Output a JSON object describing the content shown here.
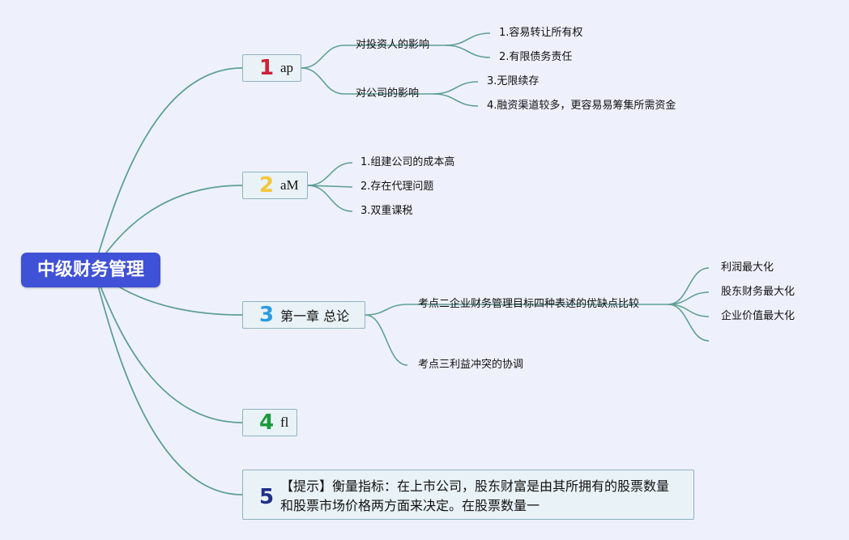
{
  "root": {
    "label": "中级财务管理"
  },
  "topics": [
    {
      "num": "1",
      "num_color": "#d0213a",
      "label": "ap",
      "children": [
        {
          "label": "对投资人的影响",
          "children": [
            {
              "label": "1.容易转让所有权"
            },
            {
              "label": "2.有限债务责任"
            }
          ]
        },
        {
          "label": "对公司的影响",
          "children": [
            {
              "label": "3.无限续存"
            },
            {
              "label": "4.融资渠道较多，更容易易筹集所需资金"
            }
          ]
        }
      ]
    },
    {
      "num": "2",
      "num_color": "#f2c73a",
      "label": "aM",
      "children": [
        {
          "label": "1.组建公司的成本高"
        },
        {
          "label": "2.存在代理问题"
        },
        {
          "label": "3.双重课税"
        }
      ]
    },
    {
      "num": "3",
      "num_color": "#2a9be3",
      "label": "第一章 总论",
      "children": [
        {
          "label": "考点二企业财务管理目标四种表述的优缺点比较",
          "children": [
            {
              "label": "利润最大化"
            },
            {
              "label": "股东财务最大化"
            },
            {
              "label": "企业价值最大化"
            },
            {
              "label": ""
            }
          ]
        },
        {
          "label": "考点三利益冲突的协调"
        }
      ]
    },
    {
      "num": "4",
      "num_color": "#1a9a3c",
      "label": "fl"
    },
    {
      "num": "5",
      "num_color": "#1f2f8a",
      "label": "【提示】衡量指标：在上市公司，股东财富是由其所拥有的股票数量和股票市场价格两方面来决定。在股票数量一"
    }
  ],
  "colors": {
    "link": "#5f9e99",
    "root_bg": "#3f51d6",
    "topic_bg": "#e9f2f7",
    "topic_border": "#8fb2c0"
  }
}
